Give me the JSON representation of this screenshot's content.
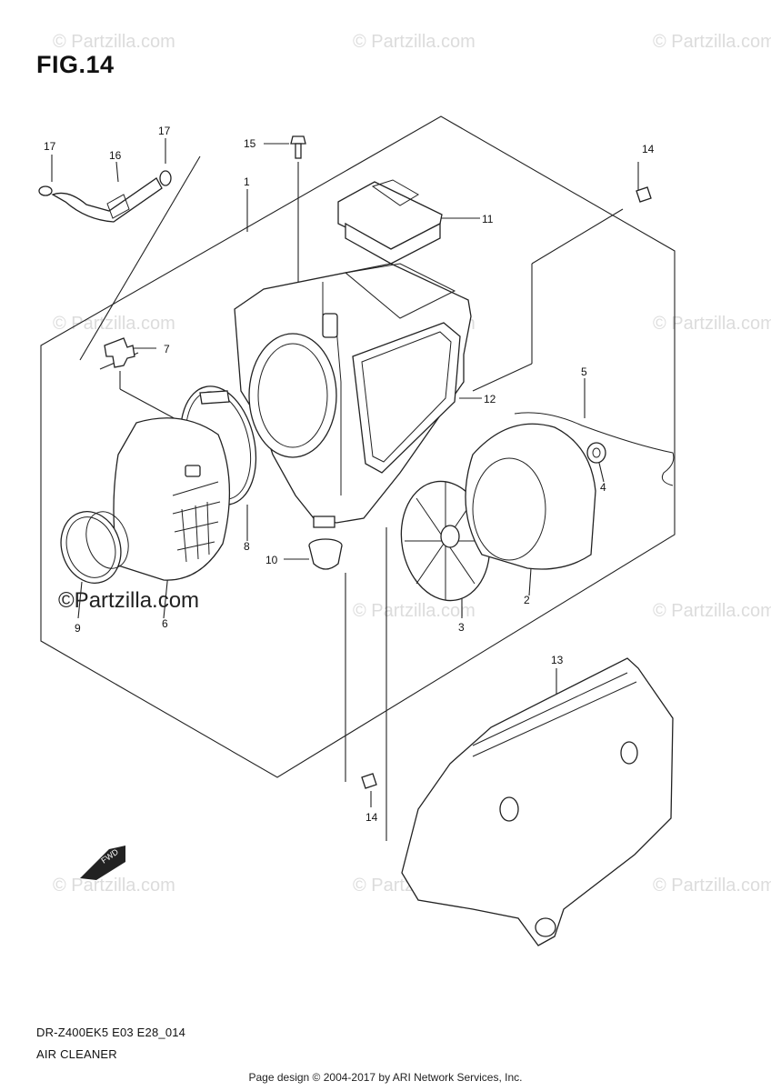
{
  "figure": {
    "title": "FIG.14",
    "model_code": "DR-Z400EK5 E03 E28_014",
    "name": "AIR CLEANER"
  },
  "footer": "Page design © 2004-2017 by ARI Network Services, Inc.",
  "watermark": {
    "text": "© Partzilla.com",
    "main_text": "©Partzilla.com"
  },
  "direction_arrow": "FWD",
  "callouts": {
    "c1": "1",
    "c2": "2",
    "c3": "3",
    "c4": "4",
    "c5": "5",
    "c6": "6",
    "c7": "7",
    "c8": "8",
    "c9": "9",
    "c10": "10",
    "c11": "11",
    "c12": "12",
    "c13": "13",
    "c14a": "14",
    "c14b": "14",
    "c15": "15",
    "c16": "16",
    "c17a": "17",
    "c17b": "17"
  },
  "colors": {
    "line": "#222222",
    "watermark": "#dcdcdc"
  }
}
